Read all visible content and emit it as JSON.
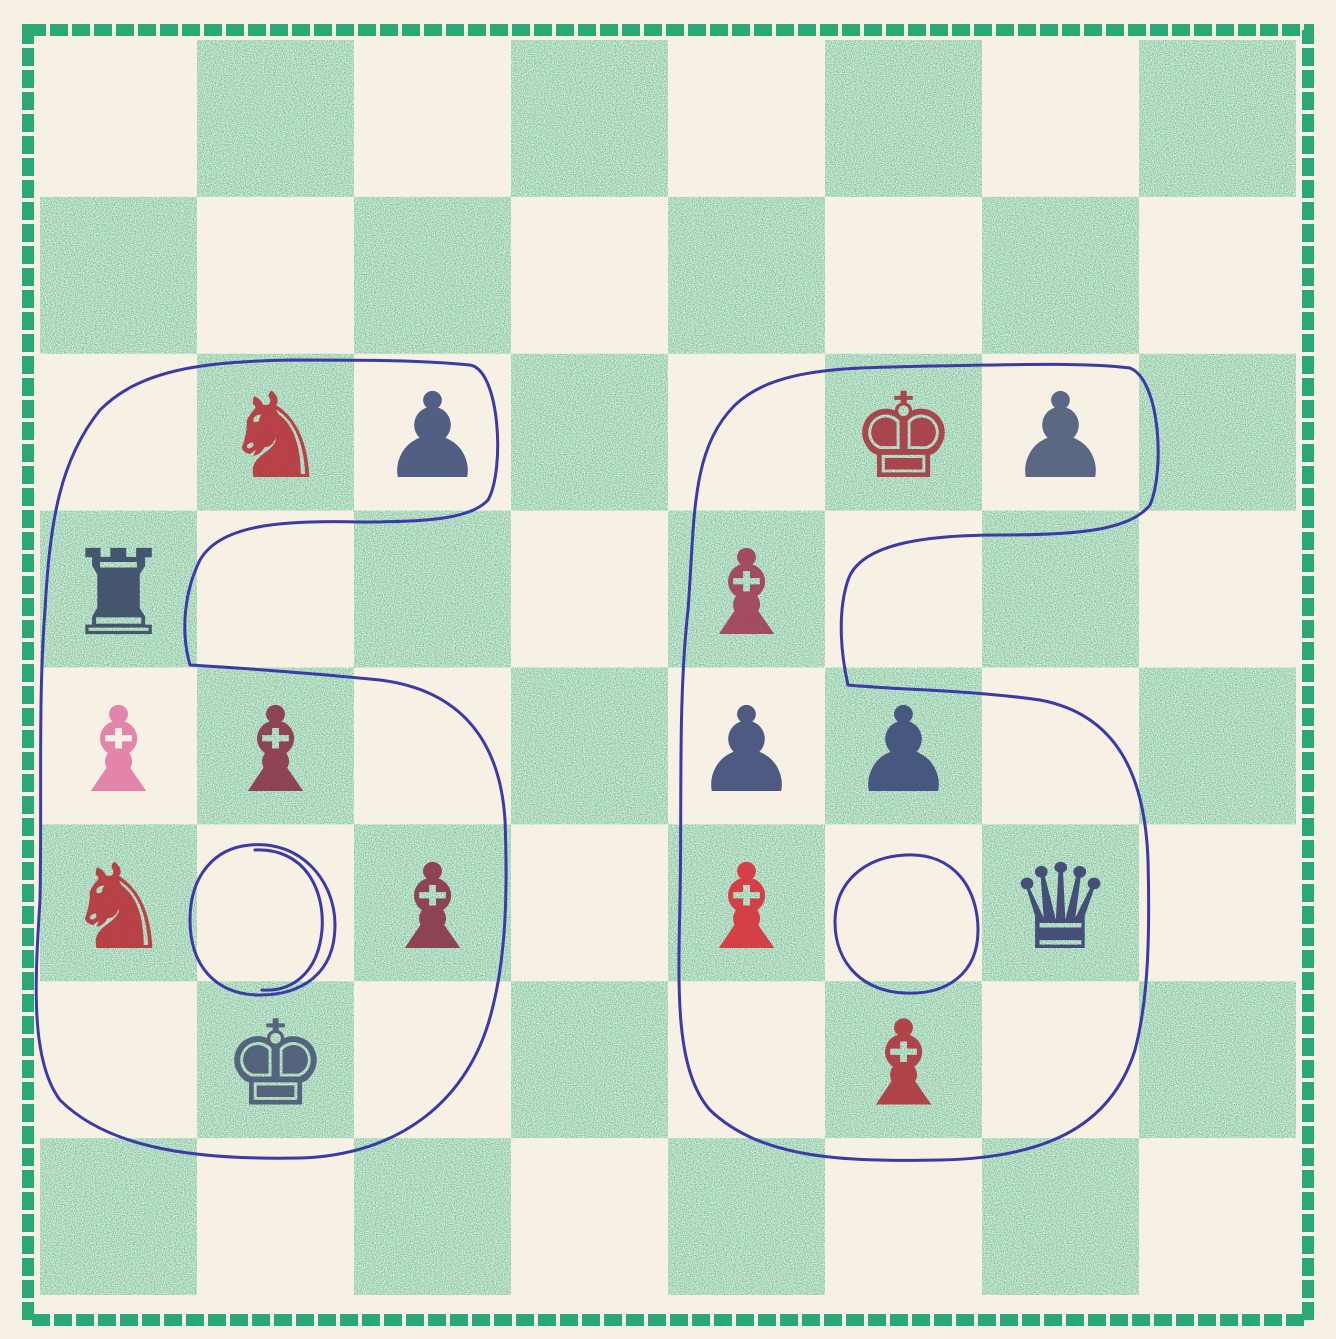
{
  "board": {
    "files": 8,
    "ranks": 8,
    "light_color": "#f6f1e4",
    "dark_color": "#2fb07f",
    "border_color": "#2aa876",
    "overlay_color": "#3b3aa8"
  },
  "overlay": {
    "shape": "digits",
    "text": "66"
  },
  "pieces": [
    {
      "square": "b6",
      "type": "knight",
      "color": "#b8323a",
      "icon": "knight-icon"
    },
    {
      "square": "c6",
      "type": "pawn",
      "color": "#40507a",
      "icon": "pawn-icon"
    },
    {
      "square": "a5",
      "type": "rook",
      "color": "#3a4866",
      "icon": "rook-icon"
    },
    {
      "square": "a4",
      "type": "bishop",
      "color": "#e27aa4",
      "icon": "bishop-icon"
    },
    {
      "square": "b4",
      "type": "bishop",
      "color": "#8a3448",
      "icon": "bishop-icon"
    },
    {
      "square": "a3",
      "type": "knight",
      "color": "#b8323a",
      "icon": "knight-icon"
    },
    {
      "square": "c3",
      "type": "bishop",
      "color": "#8a3448",
      "icon": "bishop-icon"
    },
    {
      "square": "b2",
      "type": "king",
      "color": "#4a5876",
      "icon": "king-icon"
    },
    {
      "square": "f6",
      "type": "king",
      "color": "#a83642",
      "icon": "king-icon"
    },
    {
      "square": "g6",
      "type": "pawn",
      "color": "#4a5a7a",
      "icon": "pawn-icon"
    },
    {
      "square": "e5",
      "type": "bishop",
      "color": "#a23c58",
      "icon": "bishop-icon"
    },
    {
      "square": "e4",
      "type": "pawn",
      "color": "#3c4a78",
      "icon": "pawn-icon"
    },
    {
      "square": "f4",
      "type": "pawn",
      "color": "#3c4a78",
      "icon": "pawn-icon"
    },
    {
      "square": "e3",
      "type": "bishop",
      "color": "#d8303a",
      "icon": "bishop-icon"
    },
    {
      "square": "g3",
      "type": "queen",
      "color": "#3a4070",
      "icon": "queen-icon"
    },
    {
      "square": "f2",
      "type": "bishop",
      "color": "#b0343e",
      "icon": "bishop-icon"
    }
  ]
}
